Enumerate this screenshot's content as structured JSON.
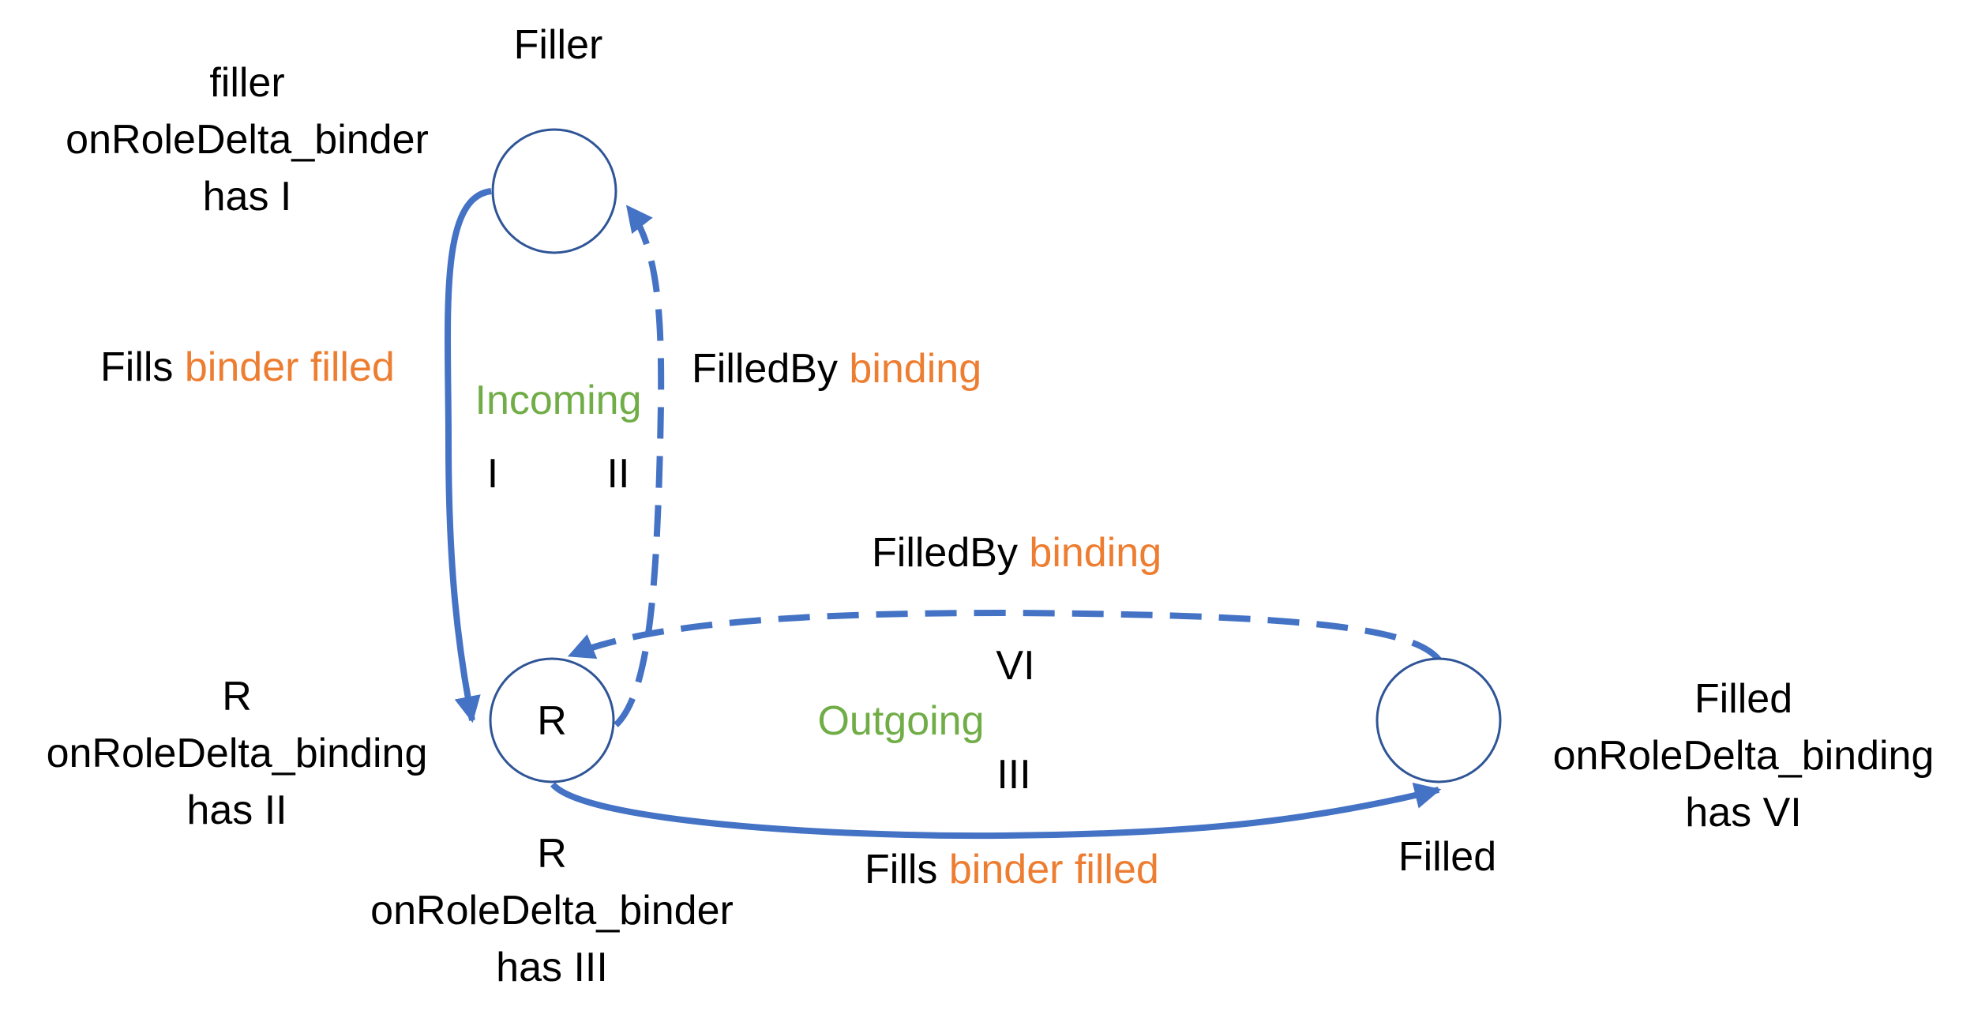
{
  "colors": {
    "edge": "#4472C4",
    "node_stroke": "#2F5597",
    "text": "#000000",
    "accent_orange": "#ED7D31",
    "accent_green": "#70AD47"
  },
  "nodes": {
    "filler": {
      "caption": "Filler",
      "label": ""
    },
    "r": {
      "caption": "",
      "label": "R"
    },
    "filled": {
      "caption": "Filled",
      "label": ""
    }
  },
  "notes": {
    "filler": [
      "filler",
      "onRoleDelta_binder",
      "has I"
    ],
    "r_binding": [
      "R",
      "onRoleDelta_binding",
      "has II"
    ],
    "r_binder": [
      "R",
      "onRoleDelta_binder",
      "has III"
    ],
    "filled": [
      "Filled",
      "onRoleDelta_binding",
      "has VI"
    ]
  },
  "edges": {
    "filler_to_r": {
      "name": "Fills",
      "role": "binder filled",
      "numeral": "I",
      "style": "solid"
    },
    "r_to_filler": {
      "name": "FilledBy",
      "role": "binding",
      "numeral": "II",
      "style": "dashed"
    },
    "r_to_filled": {
      "name": "Fills",
      "role": "binder filled",
      "numeral": "III",
      "style": "solid"
    },
    "filled_to_r": {
      "name": "FilledBy",
      "role": "binding",
      "numeral": "VI",
      "style": "dashed"
    }
  },
  "groups": {
    "incoming": "Incoming",
    "outgoing": "Outgoing"
  }
}
